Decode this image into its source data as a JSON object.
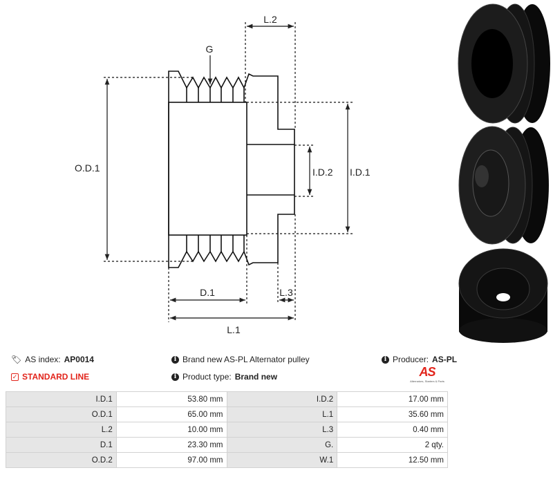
{
  "diagram": {
    "labels": {
      "g": "G",
      "l2": "L.2",
      "od1": "O.D.1",
      "id2": "I.D.2",
      "id1": "I.D.1",
      "d1": "D.1",
      "l3": "L.3",
      "l1": "L.1"
    }
  },
  "info": {
    "as_index_label": "AS index:",
    "as_index_value": "AP0014",
    "line": "STANDARD LINE",
    "description": "Brand new AS-PL Alternator pulley",
    "product_type_label": "Product type:",
    "product_type_value": "Brand new",
    "producer_label": "Producer:",
    "producer_value": "AS-PL",
    "logo_text": "AS",
    "logo_tagline": "Alternators, Starters & Parts"
  },
  "specs": [
    {
      "k1": "I.D.1",
      "v1": "53.80 mm",
      "k2": "I.D.2",
      "v2": "17.00 mm"
    },
    {
      "k1": "O.D.1",
      "v1": "65.00 mm",
      "k2": "L.1",
      "v2": "35.60 mm"
    },
    {
      "k1": "L.2",
      "v1": "10.00 mm",
      "k2": "L.3",
      "v2": "0.40 mm"
    },
    {
      "k1": "D.1",
      "v1": "23.30 mm",
      "k2": "G.",
      "v2": "2 qty."
    },
    {
      "k1": "O.D.2",
      "v1": "97.00 mm",
      "k2": "W.1",
      "v2": "12.50 mm"
    }
  ],
  "colors": {
    "accent": "#e2231a",
    "label_bg": "#e6e6e6"
  }
}
